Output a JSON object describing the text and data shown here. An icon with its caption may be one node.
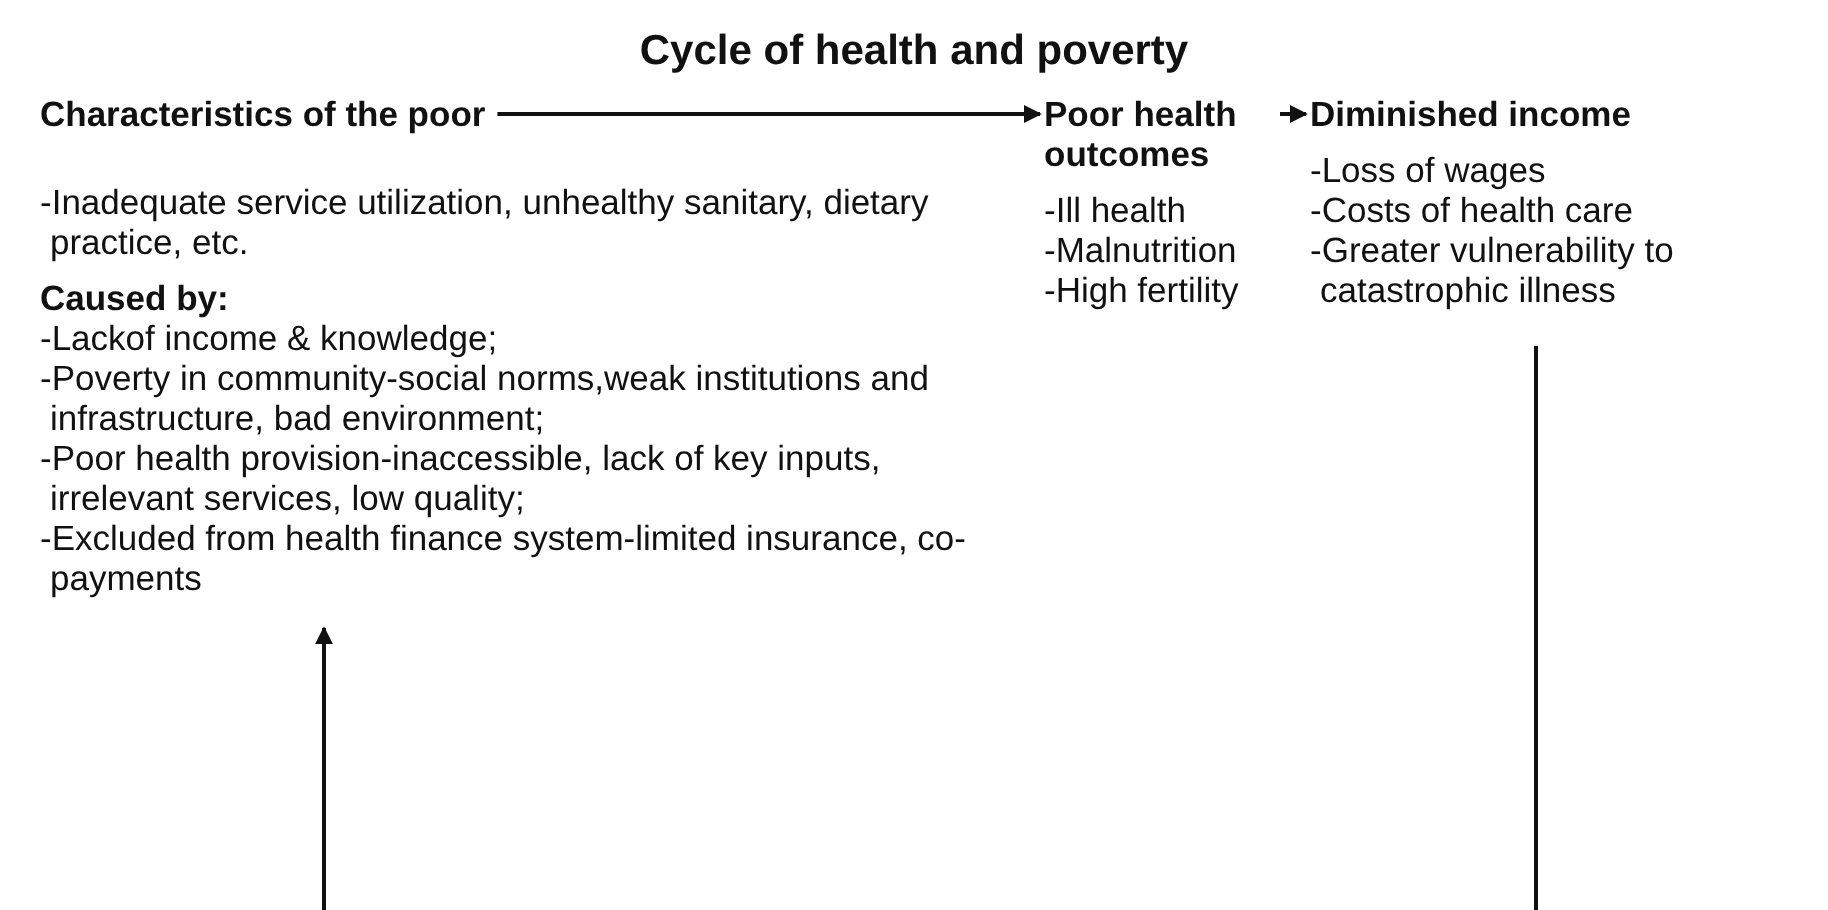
{
  "diagram": {
    "title": "Cycle of health and poverty",
    "nodes": [
      {
        "text": [
          "Characteristics of the poor",
          "-Inadequate service utilization, unhealthy sanitary, dietary practice, etc.",
          "Caused by:",
          "-Lackof income & knowledge;",
          "-Poverty in community-social norms,weak institutions and infrastructure, bad environment;",
          "-Poor health provision-inaccessible, lack of key inputs, irrelevant services, low quality;",
          "-Excluded from health finance system-limited insurance, co-payments"
        ]
      },
      {
        "text": [
          "Poor health outcomes",
          "-Ill health",
          "-Malnutrition",
          "-High fertility"
        ]
      },
      {
        "text": [
          "Diminished income",
          "-Loss of wages",
          "-Costs of health care",
          "-Greater vulnerability to catastrophic illness"
        ]
      }
    ],
    "edges": [
      {
        "from": 0,
        "to": 1,
        "arrow": "to"
      },
      {
        "from": 1,
        "to": 2,
        "arrow": "to"
      },
      {
        "from": null,
        "to": 0,
        "arrow": "to"
      },
      {
        "from": 2,
        "to": null,
        "arrow": "none"
      }
    ]
  }
}
